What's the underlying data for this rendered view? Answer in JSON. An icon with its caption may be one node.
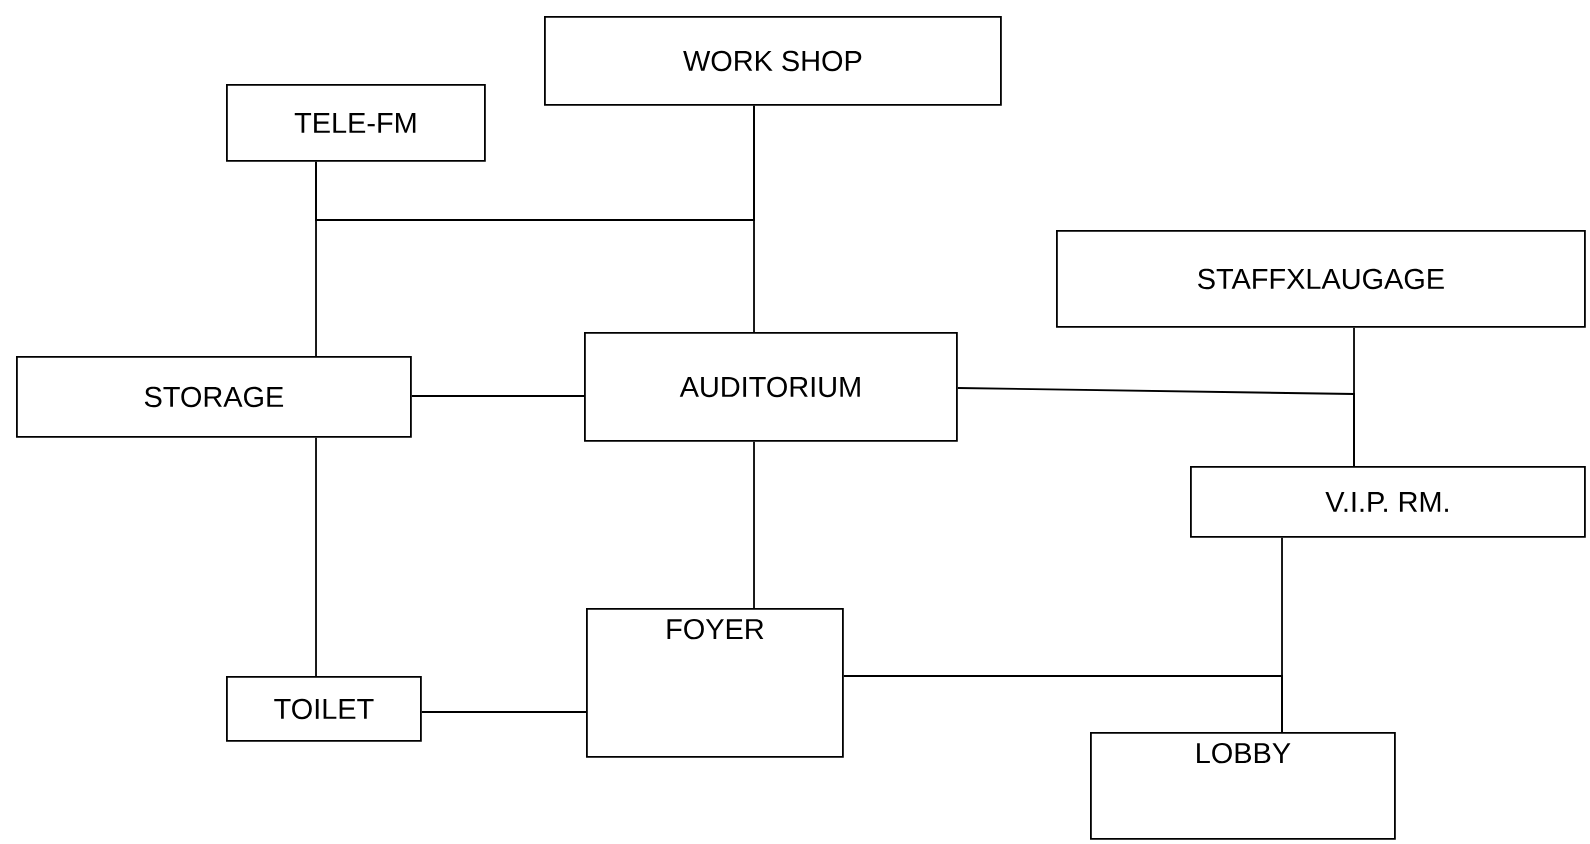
{
  "diagram": {
    "nodes": [
      {
        "text": [
          "WORK SHOP"
        ]
      },
      {
        "text": [
          "TELE-FM"
        ]
      },
      {
        "text": [
          "STAFFXLAUGAGE"
        ]
      },
      {
        "text": [
          "STORAGE"
        ]
      },
      {
        "text": [
          "AUDITORIUM"
        ]
      },
      {
        "text": [
          "V.I.P. RM."
        ]
      },
      {
        "text": [
          "FOYER"
        ]
      },
      {
        "text": [
          "TOILET"
        ]
      },
      {
        "text": [
          "LOBBY"
        ]
      }
    ],
    "edges": [
      {
        "from": 0,
        "to": 4,
        "arrow": "none"
      },
      {
        "from": 1,
        "to": 3,
        "arrow": "none"
      },
      {
        "from": 1,
        "to": 0,
        "arrow": "none"
      },
      {
        "from": 3,
        "to": 4,
        "arrow": "none"
      },
      {
        "from": 4,
        "to": 5,
        "arrow": "none"
      },
      {
        "from": 2,
        "to": 5,
        "arrow": "none"
      },
      {
        "from": 4,
        "to": 6,
        "arrow": "none"
      },
      {
        "from": 3,
        "to": 7,
        "arrow": "none"
      },
      {
        "from": 7,
        "to": 6,
        "arrow": "none"
      },
      {
        "from": 6,
        "to": 8,
        "arrow": "none"
      },
      {
        "from": 5,
        "to": 8,
        "arrow": "none"
      }
    ]
  }
}
